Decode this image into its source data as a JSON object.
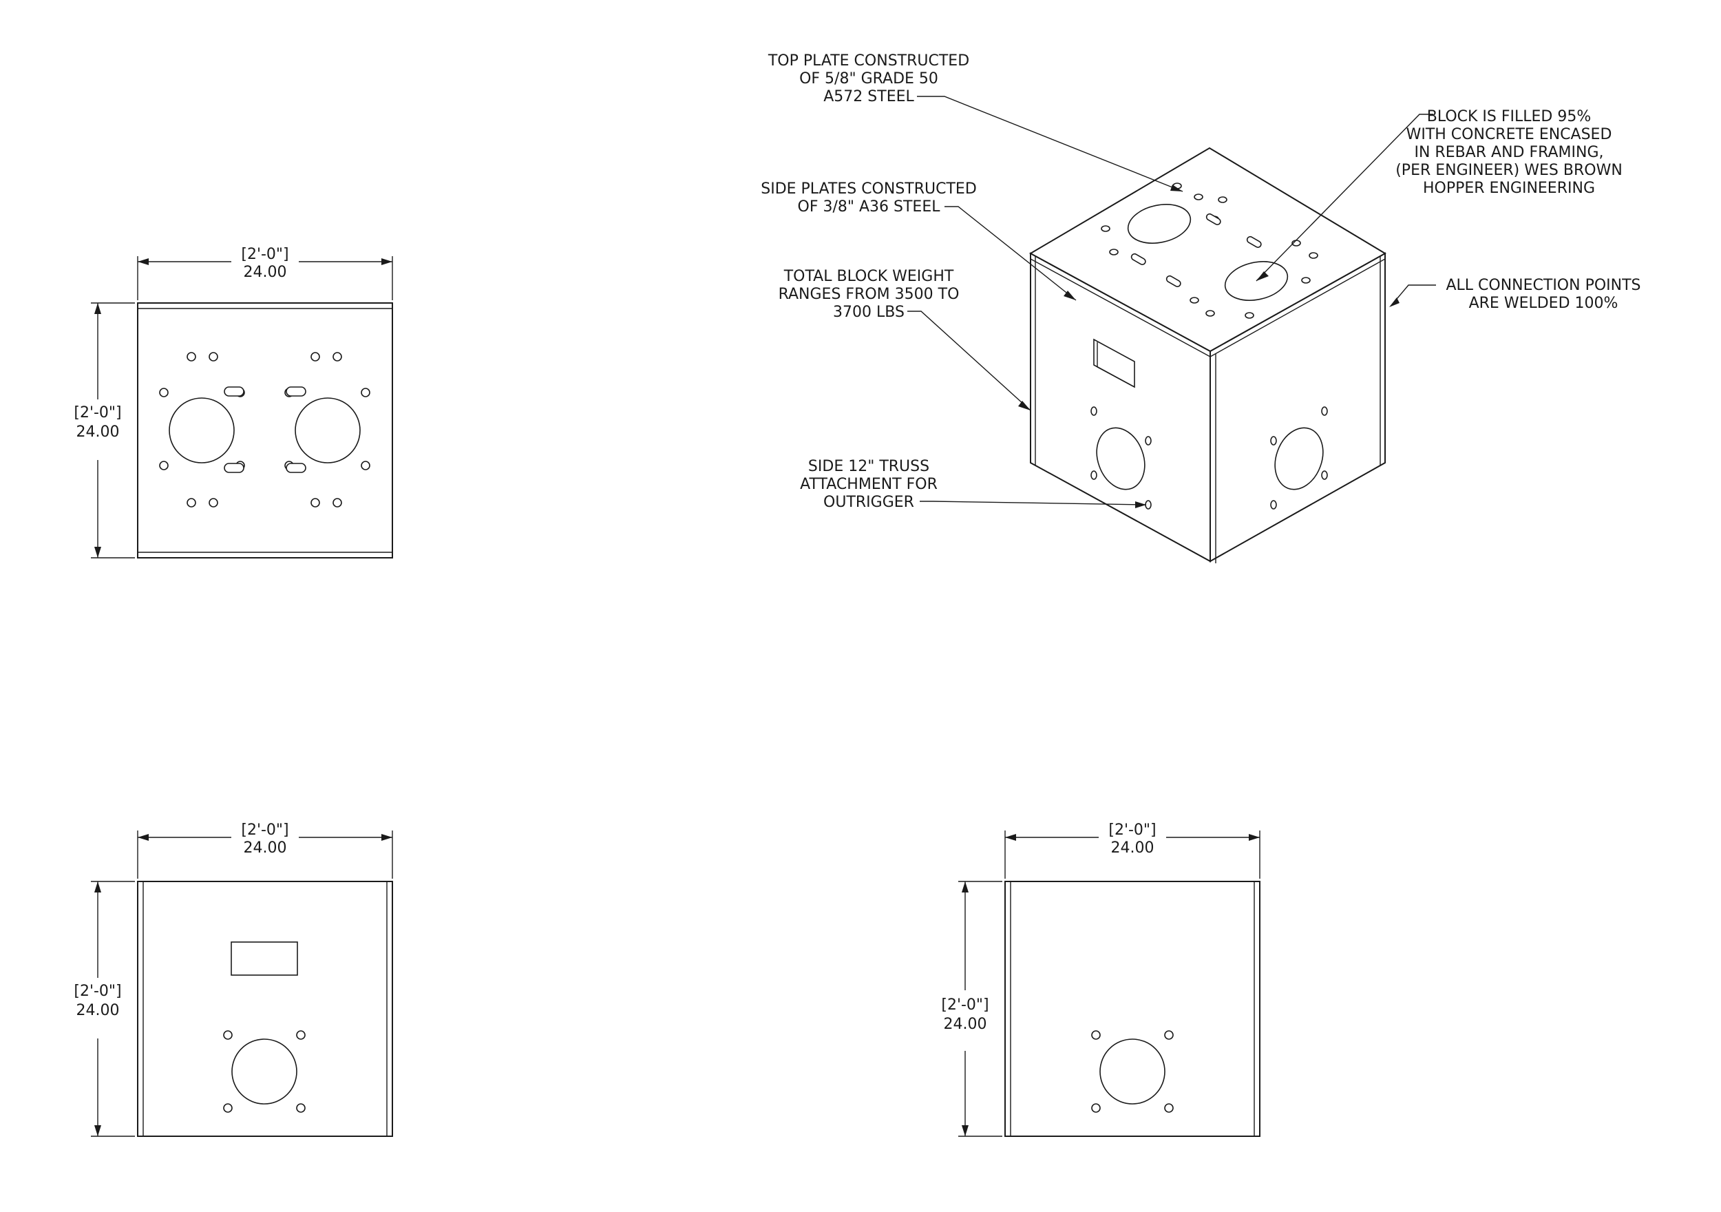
{
  "views": {
    "top": {
      "width_ft": "[2'-0\"]",
      "width_in": "24.00",
      "height_ft": "[2'-0\"]",
      "height_in": "24.00"
    },
    "front": {
      "width_ft": "[2'-0\"]",
      "width_in": "24.00",
      "height_ft": "[2'-0\"]",
      "height_in": "24.00"
    },
    "side": {
      "width_ft": "[2'-0\"]",
      "width_in": "24.00",
      "height_ft": "[2'-0\"]",
      "height_in": "24.00"
    }
  },
  "notes": {
    "top_plate": [
      "TOP PLATE CONSTRUCTED",
      "OF 5/8\" GRADE 50",
      "A572 STEEL"
    ],
    "side_plates": [
      "SIDE PLATES CONSTRUCTED",
      "OF 3/8\" A36 STEEL"
    ],
    "weight": [
      "TOTAL BLOCK WEIGHT",
      "RANGES FROM 3500 TO",
      "3700 LBS"
    ],
    "truss": [
      "SIDE 12\" TRUSS",
      "ATTACHMENT FOR",
      "OUTRIGGER"
    ],
    "fill": [
      "BLOCK IS FILLED 95%",
      "WITH CONCRETE ENCASED",
      "IN REBAR AND FRAMING,",
      "(PER ENGINEER) WES BROWN",
      "HOPPER ENGINEERING"
    ],
    "welds": [
      "ALL CONNECTION POINTS",
      "ARE WELDED 100%"
    ]
  }
}
